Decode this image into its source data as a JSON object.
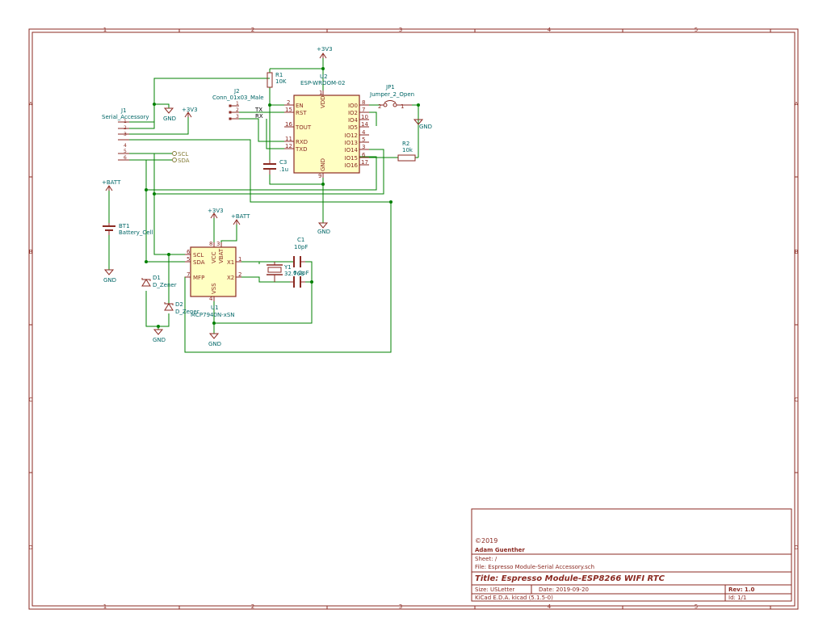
{
  "border": {
    "columns": [
      "1",
      "2",
      "3",
      "4",
      "5"
    ],
    "rows": [
      "A",
      "B",
      "C",
      "D"
    ]
  },
  "title_block": {
    "copyright": "©2019",
    "author": "Adam Guenther",
    "sheet": "Sheet: /",
    "file": "File: Espresso Module-Serial Accessory.sch",
    "title": "Title: Espresso Module-ESP8266 WIFI RTC",
    "size": "Size: USLetter",
    "date": "Date: 2019-09-20",
    "rev": "Rev: 1.0",
    "tool": "KiCad E.D.A.  kicad (5.1.5-0)",
    "id": "Id: 1/1"
  },
  "schematic": {
    "J1": {
      "ref": "J1",
      "value": "Serial_Accessory",
      "pins": [
        "1",
        "2",
        "3",
        "4",
        "5",
        "6"
      ]
    },
    "J2": {
      "ref": "J2",
      "value": "Conn_01x03_Male",
      "pins": [
        "1",
        "2",
        "3"
      ],
      "net_tx": "TX",
      "net_rx": "RX"
    },
    "U2": {
      "ref": "U2",
      "value": "ESP-WROOM-02",
      "left_pins": [
        {
          "num": "2",
          "name": "EN"
        },
        {
          "num": "15",
          "name": "RST"
        },
        {
          "num": "16",
          "name": "TOUT"
        },
        {
          "num": "11",
          "name": "RXD"
        },
        {
          "num": "12",
          "name": "TXD"
        }
      ],
      "right_pins": [
        {
          "num": "8",
          "name": "IO0"
        },
        {
          "num": "7",
          "name": "IO2"
        },
        {
          "num": "10",
          "name": "IO4"
        },
        {
          "num": "14",
          "name": "IO5"
        },
        {
          "num": "4",
          "name": "IO12"
        },
        {
          "num": "5",
          "name": "IO13"
        },
        {
          "num": "3",
          "name": "IO14"
        },
        {
          "num": "6",
          "name": "IO15"
        },
        {
          "num": "17",
          "name": "IO16"
        }
      ],
      "top_pin": {
        "num": "1",
        "name": "VDD"
      },
      "bottom_pin": {
        "num": "9",
        "name": "GND"
      }
    },
    "U1": {
      "ref": "U1",
      "value": "MCP7940N-xSN",
      "pin_scl": {
        "num": "6",
        "name": "SCL"
      },
      "pin_sda": {
        "num": "5",
        "name": "SDA"
      },
      "pin_mfp": {
        "num": "7",
        "name": "MFP"
      },
      "pin_x1": {
        "num": "1",
        "name": "X1"
      },
      "pin_x2": {
        "num": "2",
        "name": "X2"
      },
      "pin_vcc": {
        "num": "8",
        "name": "VCC"
      },
      "pin_vbat": {
        "num": "3",
        "name": "VBAT"
      },
      "pin_vss": {
        "num": "4",
        "name": "VSS"
      }
    },
    "R1": {
      "ref": "R1",
      "value": "10K"
    },
    "R2": {
      "ref": "R2",
      "value": "10k"
    },
    "C1": {
      "ref": "C1",
      "value": "10pF"
    },
    "C2": {
      "ref": "",
      "value": "6.2pF"
    },
    "C3": {
      "ref": "C3",
      "value": ".1u"
    },
    "Y1": {
      "ref": "Y1",
      "value": "32.768"
    },
    "D1": {
      "ref": "D1",
      "value": "D_Zener"
    },
    "D2": {
      "ref": "D2",
      "value": "D_Zener"
    },
    "BT1": {
      "ref": "BT1",
      "value": "Battery_Cell"
    },
    "JP1": {
      "ref": "JP1",
      "value": "Jumper_2_Open",
      "pin_left": "2",
      "pin_right": "1"
    },
    "labels": {
      "scl": "SCL",
      "sda": "SDA"
    },
    "power": {
      "v3v3": "+3V3",
      "gnd": "GND",
      "batt": "+BATT"
    }
  },
  "colors": {
    "border": "#8b2a22",
    "wire": "#008000",
    "component": "#8b2a22",
    "component_fill": "#ffffc2",
    "text": "#006666",
    "power": "#8b2a22",
    "label": "#847c36"
  }
}
